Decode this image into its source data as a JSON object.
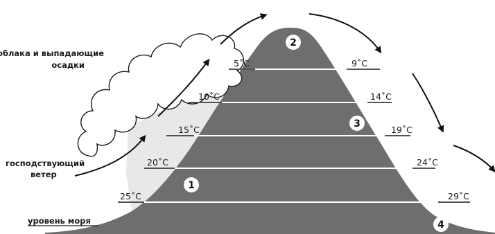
{
  "labels": {
    "clouds_line1": "облака и выпадающие",
    "clouds_line2": "осадки",
    "wind_line1": "господствующий",
    "wind_line2": "ветер",
    "sea_level": "уровень моря"
  },
  "windward_temps": [
    "5˚C",
    "10˚C",
    "15˚C",
    "20˚C",
    "25˚C"
  ],
  "leeward_temps": [
    "9˚C",
    "14˚C",
    "19˚C",
    "24˚C",
    "29˚C"
  ],
  "markers": [
    "1",
    "2",
    "3",
    "4"
  ],
  "colors": {
    "mountain": "#6e6e6e",
    "contour": "#ffffff",
    "rain_fill": "#d9d9d9",
    "outline": "#1a1a1a"
  }
}
